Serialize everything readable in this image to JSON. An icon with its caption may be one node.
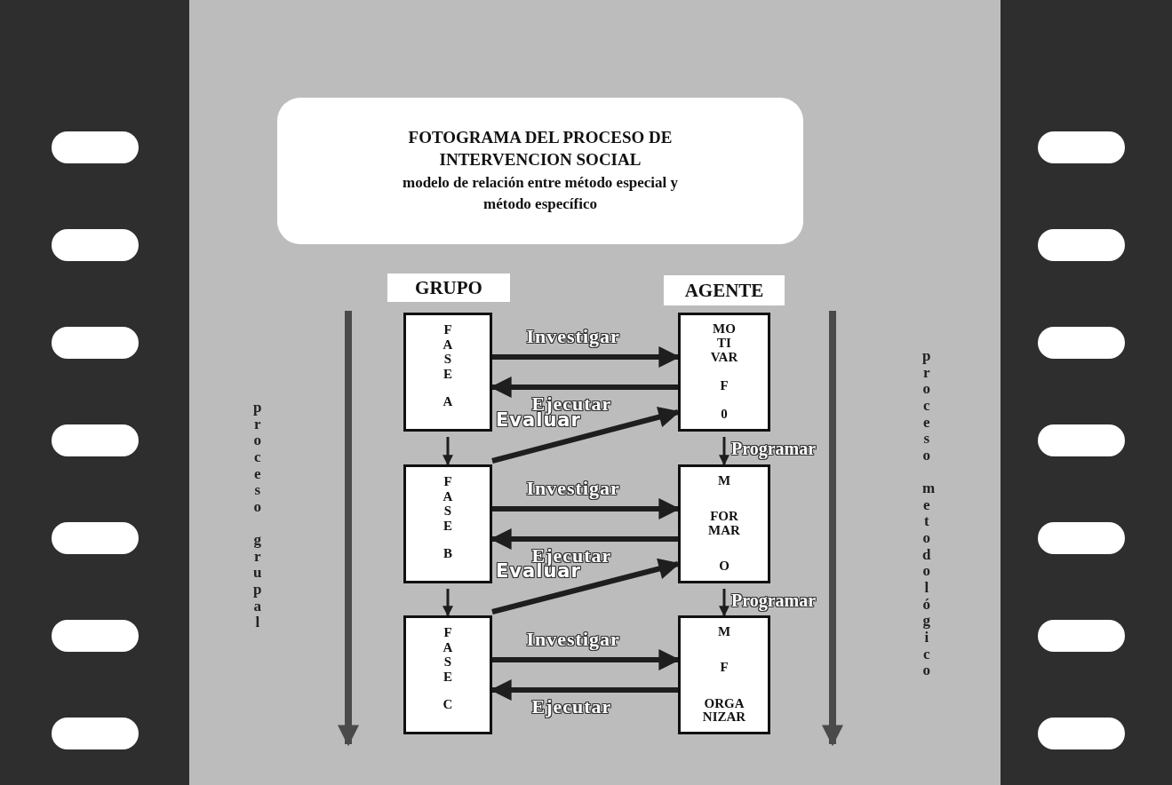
{
  "diagram": {
    "nodes": [
      {
        "text": [
          "FOTOGRAMA DEL PROCESO DE INTERVENCION SOCIAL",
          "modelo de relación entre método especial y método específico"
        ]
      },
      {
        "text": [
          "GRUPO"
        ]
      },
      {
        "text": [
          "AGENTE"
        ]
      },
      {
        "text": [
          "FASE",
          "A"
        ]
      },
      {
        "text": [
          "MO TI VAR",
          "F",
          "0"
        ]
      },
      {
        "text": [
          "FASE",
          "B"
        ]
      },
      {
        "text": [
          "M",
          "FOR MAR",
          "O"
        ]
      },
      {
        "text": [
          "FASE",
          "C"
        ]
      },
      {
        "text": [
          "M",
          "F",
          "ORGA NIZAR"
        ]
      }
    ],
    "edges": [
      {
        "from": 3,
        "to": 4,
        "arrow": "to",
        "label": "Investigar"
      },
      {
        "from": 4,
        "to": 3,
        "arrow": "to",
        "label": "Ejecutar"
      },
      {
        "from": 5,
        "to": 4,
        "arrow": "to",
        "label": "Evaluar"
      },
      {
        "from": 3,
        "to": 5,
        "arrow": "to"
      },
      {
        "from": 4,
        "to": 6,
        "arrow": "to",
        "label": "Programar"
      },
      {
        "from": 5,
        "to": 6,
        "arrow": "to",
        "label": "Investigar"
      },
      {
        "from": 6,
        "to": 5,
        "arrow": "to",
        "label": "Ejecutar"
      },
      {
        "from": 7,
        "to": 6,
        "arrow": "to",
        "label": "Evaluar"
      },
      {
        "from": 5,
        "to": 7,
        "arrow": "to"
      },
      {
        "from": 6,
        "to": 8,
        "arrow": "to",
        "label": "Programar"
      },
      {
        "from": 7,
        "to": 8,
        "arrow": "to",
        "label": "Investigar"
      },
      {
        "from": 8,
        "to": 7,
        "arrow": "to",
        "label": "Ejecutar"
      }
    ],
    "labels": [
      "proceso grupal",
      "proceso metodológico"
    ]
  }
}
